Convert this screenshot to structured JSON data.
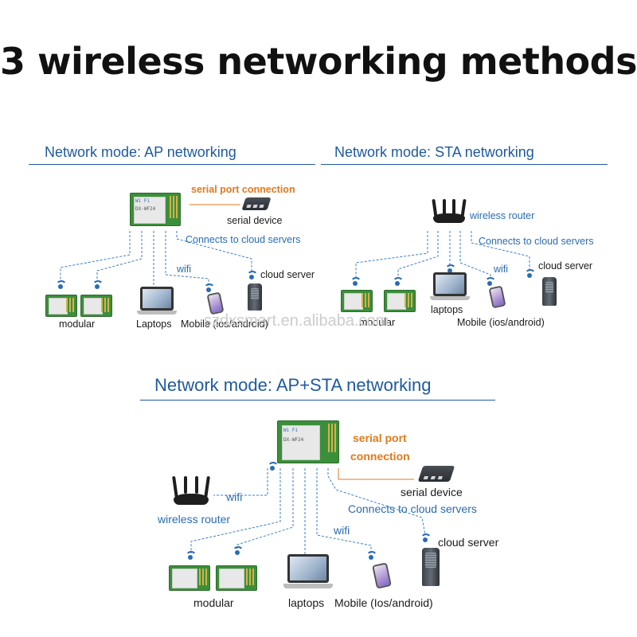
{
  "title": "3 wireless networking methods",
  "colors": {
    "accent_blue": "#1f5aa0",
    "label_blue": "#2a6cb0",
    "orange": "#e07a1f",
    "module_green": "#3b8f3a"
  },
  "watermark": "szdxsmart.en.alibaba.com",
  "module_chip": {
    "brand": "Wi Fi",
    "model": "DX-WF24"
  },
  "ap": {
    "heading_prefix": "Network mode:",
    "heading_mode": "AP networking",
    "serial_port_connection": "serial port connection",
    "serial_device": "serial device",
    "connects_cloud": "Connects to cloud servers",
    "wifi": "wifi",
    "cloud_server": "cloud server",
    "modular": "modular",
    "laptops": "Laptops",
    "mobile": "Mobile (ios/android)"
  },
  "sta": {
    "heading_prefix": "Network mode:",
    "heading_mode": "STA networking",
    "wireless_router": "wireless router",
    "connects_cloud": "Connects to cloud servers",
    "wifi": "wifi",
    "cloud_server": "cloud server",
    "modular": "modular",
    "laptops": "laptops",
    "mobile": "Mobile (ios/android)"
  },
  "apsta": {
    "heading_prefix": "Network mode:",
    "heading_mode": "AP+STA networking",
    "serial_port": "serial port",
    "connection": "connection",
    "serial_device": "serial device",
    "wifi_router_link": "wifi",
    "wireless_router": "wireless router",
    "connects_cloud": "Connects to cloud servers",
    "wifi": "wifi",
    "cloud_server": "cloud server",
    "modular": "modular",
    "laptops": "laptops",
    "mobile": "Mobile (Ios/android)"
  }
}
